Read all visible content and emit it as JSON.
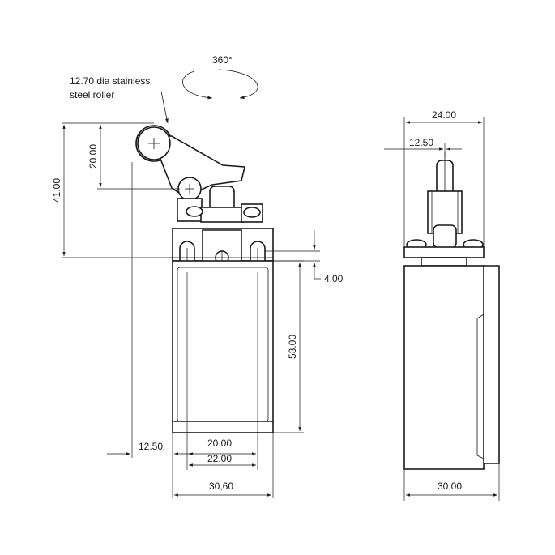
{
  "rotation_label": "360°",
  "roller_note_line1": "12.70 dia stainless",
  "roller_note_line2": "steel roller",
  "front_view": {
    "dim_41": "41.00",
    "dim_20_vertical": "20.00",
    "dim_4": "4.00",
    "dim_53": "53.00",
    "dim_12_50": "12.50",
    "dim_20_horizontal": "20.00",
    "dim_22": "22.00",
    "dim_30_60": "30,60"
  },
  "side_view": {
    "dim_24": "24.00",
    "dim_12_50": "12.50",
    "dim_30": "30.00"
  }
}
